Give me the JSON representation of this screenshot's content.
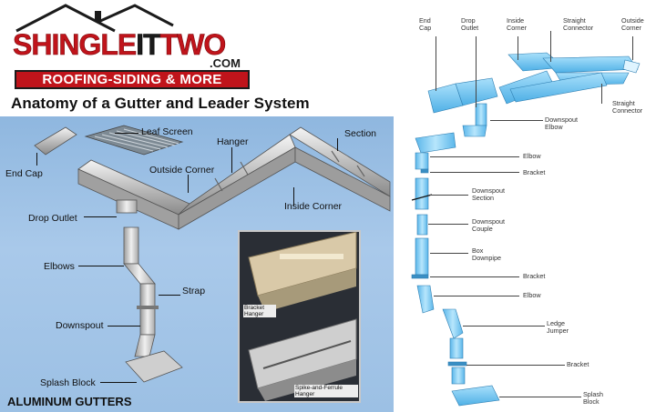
{
  "logo": {
    "word_red_1": "SHINGLE",
    "word_black": "IT",
    "word_red_2": "TWO",
    "domain": ".COM",
    "tagline": "ROOFING-SIDING & MORE"
  },
  "title": "Anatomy of a Gutter and Leader System",
  "left_diagram": {
    "labels": {
      "end_cap": "End Cap",
      "leaf_screen": "Leaf Screen",
      "hanger": "Hanger",
      "section": "Section",
      "outside_corner": "Outside Corner",
      "inside_corner": "Inside Corner",
      "drop_outlet": "Drop Outlet",
      "elbows": "Elbows",
      "strap": "Strap",
      "downspout": "Downspout",
      "splash_block": "Splash Block"
    },
    "inset_labels": {
      "bracket_hanger": "Bracket Hanger",
      "spike_ferrule_hanger": "Spike-and-Ferrule Hanger"
    },
    "footer": "ALUMINUM GUTTERS"
  },
  "right_diagram": {
    "top_labels": {
      "end_cap": "End Cap",
      "drop_outlet": "Drop Outlet",
      "inside_corner": "Inside Corner",
      "straight_connector": "Straight Connector",
      "outside_corner": "Outside Corner",
      "straight_connector_2": "Straight Connector"
    },
    "side_labels": {
      "downspout_elbow": "Downspout Elbow",
      "elbow_1": "Elbow",
      "bracket_1": "Bracket",
      "downspout_section": "Downspout Section",
      "downspout_couple": "Downspout Couple",
      "box_downpipe": "Box Downpipe",
      "bracket_2": "Bracket",
      "elbow_2": "Elbow",
      "ledge_jumper": "Ledge Jumper",
      "bracket_3": "Bracket",
      "splash_block": "Splash Block"
    }
  },
  "colors": {
    "brand_red": "#c0141b",
    "left_panel_blue": "#9cc0e4",
    "gutter_blue": "#6fc3ef",
    "gutter_blue_dark": "#3a8fc4"
  }
}
